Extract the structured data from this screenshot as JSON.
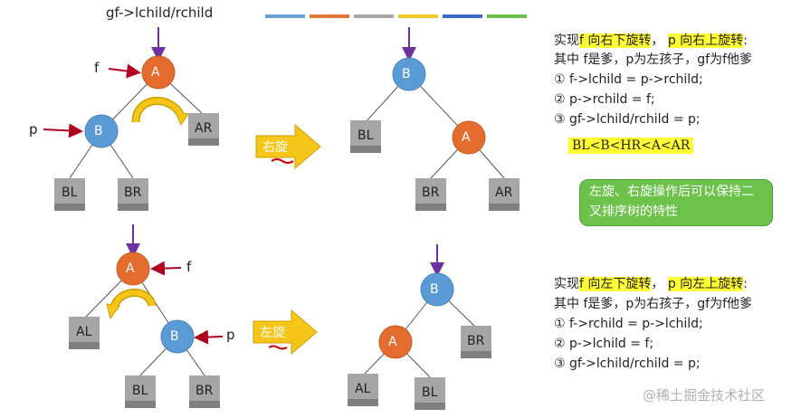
{
  "title_bar_colors": [
    "#6aa0d8",
    "#e07a3a",
    "#a8a8a8",
    "#f0c828",
    "#3c6cc0",
    "#6cc04a"
  ],
  "top_pointer_label": "gf->lchild/rchild",
  "colors": {
    "node_blue": "#5b9bd5",
    "node_orange": "#e46c2e",
    "leaf_gray": "#a6a6a6",
    "arrow_yellow": "#f5c518",
    "pointer_purple": "#7030a0",
    "pointer_red": "#b00020"
  },
  "nodes": {
    "A": "A",
    "B": "B",
    "AR": "AR",
    "AL": "AL",
    "BL": "BL",
    "BR": "BR"
  },
  "pointers": {
    "f": "f",
    "p": "p"
  },
  "right_rotate": {
    "label": "右旋",
    "desc_prefix": "实现",
    "desc_hl1": "f 向右下旋转",
    "desc_sep": "，",
    "desc_hl2": "p 向右上旋转",
    "desc_end": ":",
    "line2": "其中 f是爹，p为左孩子，gf为f他爹",
    "steps": [
      "① f->lchild = p->rchild;",
      "② p->rchild = f;",
      "③ gf->lchild/rchild = p;"
    ]
  },
  "left_rotate": {
    "label": "左旋",
    "desc_prefix": "实现",
    "desc_hl1": "f 向左下旋转",
    "desc_sep": "，",
    "desc_hl2": "p 向左上旋转",
    "desc_end": ":",
    "line2": "其中 f是爹，p为右孩子，gf为f他爹",
    "steps": [
      "① f->rchild = p->lchild;",
      "② p->lchild = f;",
      "③ gf->lchild/rchild = p;"
    ]
  },
  "order_sequence": "BL<B<HR<A<AR",
  "note": "左旋、右旋操作后可以保持二叉排序树的特性",
  "watermark": "@稀土掘金技术社区"
}
